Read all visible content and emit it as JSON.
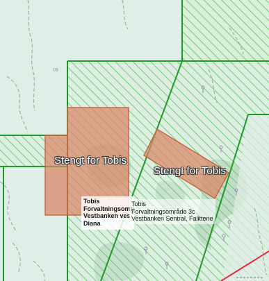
{
  "map": {
    "closed_labels": [
      "Stengt for Tobis",
      "Stengt for Tobis"
    ],
    "popup_primary": [
      "Tobis",
      "Forvaltningsområ",
      "Vestbanken ves",
      "Diana"
    ],
    "popup_secondary": [
      "Tobis",
      "Forvaltningsområde 3c",
      "Vestbanken Sentral, Falittene"
    ],
    "grid_number": "09",
    "colors": {
      "water": "#dfeee6",
      "zone_hatch": "#57c257",
      "zone_border": "#1f9a27",
      "closed_fill": "#d98566",
      "closed_border": "#c85a39",
      "contour": "#8da88f",
      "shallows": "#a7c7b5",
      "red_line": "#e8253a"
    }
  }
}
